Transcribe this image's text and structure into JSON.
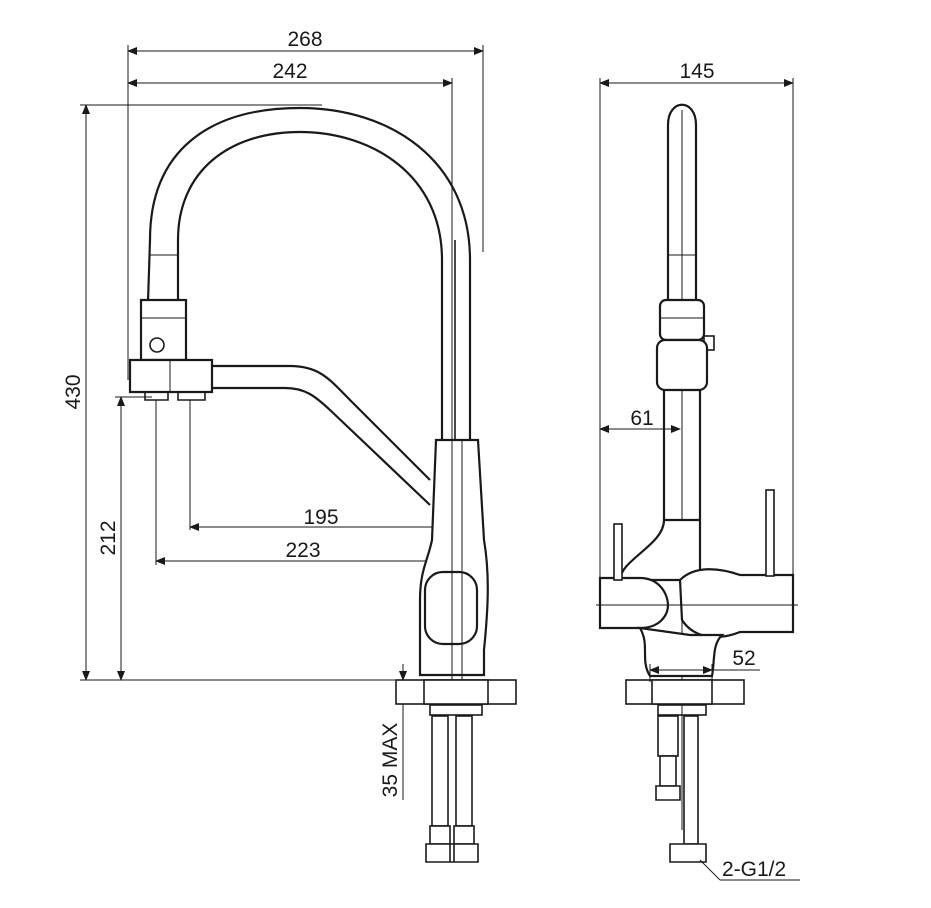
{
  "dimensions": {
    "total_width": "268",
    "reach": "242",
    "side_width": "145",
    "height": "430",
    "spout_height": "212",
    "inner_reach_1": "195",
    "inner_reach_2": "223",
    "side_offset_61": "61",
    "base_52": "52",
    "mount_max": "35 MAX",
    "connector": "2-G1/2"
  }
}
